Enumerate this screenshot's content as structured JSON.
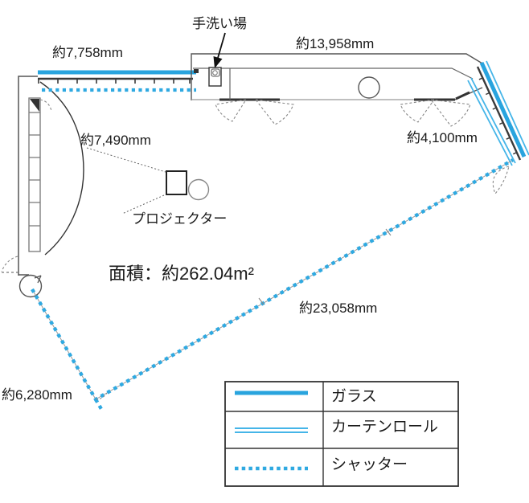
{
  "diagram": {
    "type": "floor-plan",
    "dimensions": {
      "top_left": "約7,758mm",
      "top": "約13,958mm",
      "left": "約7,490mm",
      "right": "約4,100mm",
      "diagonal": "約23,058mm",
      "bottom_left": "約6,280mm"
    },
    "labels": {
      "sink": "手洗い場",
      "projector": "プロジェクター",
      "area": "面積：約262.04m²"
    },
    "legend": {
      "items": [
        {
          "label": "ガラス",
          "line_style": "solid-thick"
        },
        {
          "label": "カーテンロール",
          "line_style": "double-thin"
        },
        {
          "label": "シャッター",
          "line_style": "dotted"
        }
      ]
    },
    "colors": {
      "glass": "#29A4DE",
      "curtain_roll": "#45B5E8",
      "shutter": "#2FA9E1",
      "wall": "#3a3a3a"
    }
  }
}
